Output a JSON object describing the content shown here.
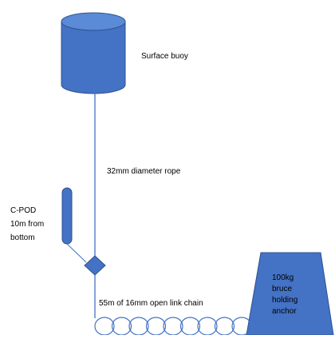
{
  "labels": {
    "buoy": "Surface buoy",
    "rope": "32mm diameter rope",
    "cpod": [
      "C-POD",
      "10m from",
      "bottom"
    ],
    "chain": "55m of 16mm open link chain",
    "anchor": [
      "100kg",
      "bruce",
      "holding",
      "anchor"
    ]
  },
  "colors": {
    "fill": "#4472c4",
    "fill_top": "#5b8bd6",
    "stroke": "#2f528f",
    "line": "#4472c4"
  }
}
